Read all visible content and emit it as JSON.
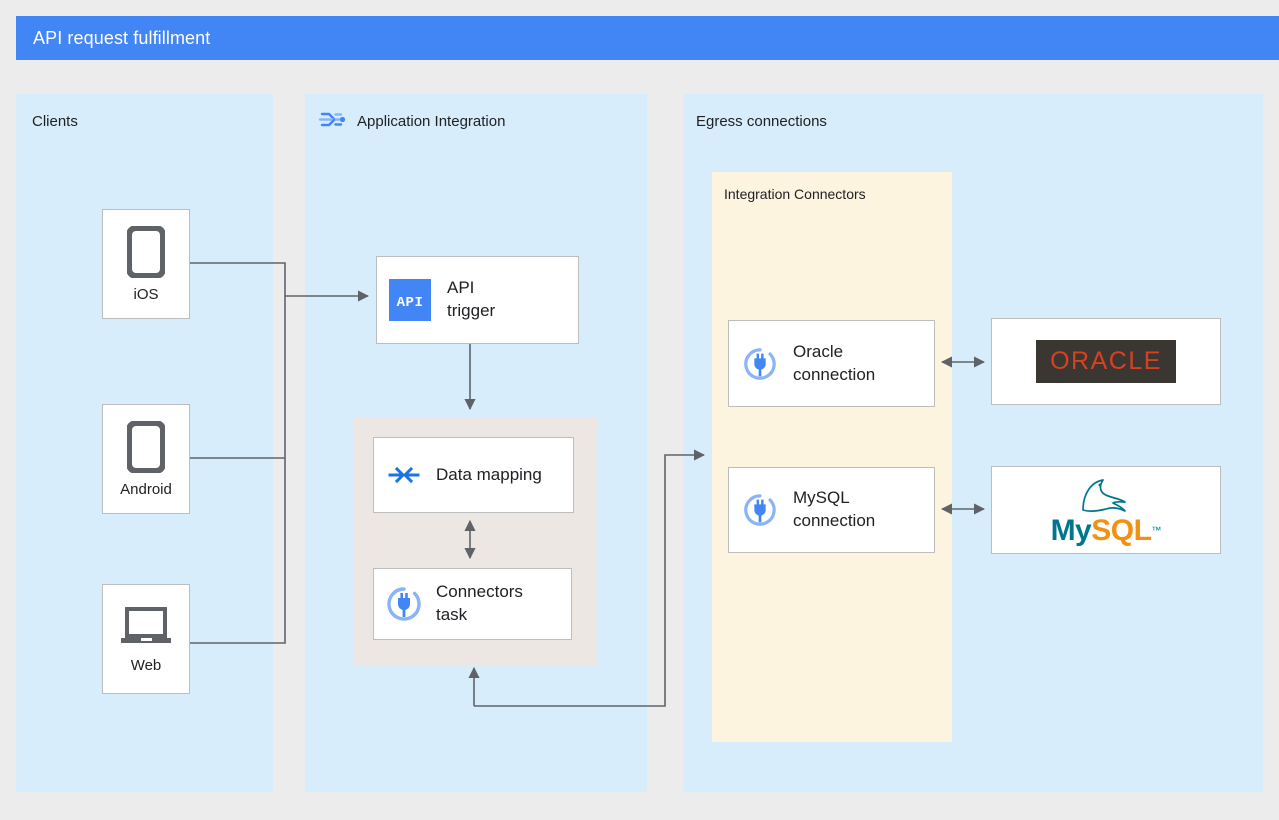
{
  "header": {
    "title": "API request fulfillment",
    "color": "#4285f4"
  },
  "panels": {
    "clients": {
      "label": "Clients",
      "color": "#d8edfc"
    },
    "application_integration": {
      "label": "Application Integration",
      "color": "#d8edfc",
      "icon": "application-integration-icon"
    },
    "egress": {
      "label": "Egress connections",
      "color": "#d8edfc"
    },
    "integration_connectors": {
      "label": "Integration Connectors",
      "color": "#fdf4e0"
    }
  },
  "clients": [
    {
      "label": "iOS",
      "icon": "mobile-phone-icon"
    },
    {
      "label": "Android",
      "icon": "mobile-phone-icon"
    },
    {
      "label": "Web",
      "icon": "laptop-icon"
    }
  ],
  "integration_tasks": [
    {
      "label": "API\ntrigger",
      "icon": "api-trigger-icon"
    },
    {
      "label": "Data mapping",
      "icon": "data-mapping-icon"
    },
    {
      "label": "Connectors\ntask",
      "icon": "connectors-plug-icon"
    }
  ],
  "connections": [
    {
      "label": "Oracle\nconnection",
      "icon": "connectors-plug-icon"
    },
    {
      "label": "MySQL\nconnection",
      "icon": "connectors-plug-icon"
    }
  ],
  "backends": [
    {
      "name": "ORACLE",
      "icon": "oracle-logo",
      "text_color": "#d9401f",
      "background": "#3a3733"
    },
    {
      "name_primary": "My",
      "name_secondary": "SQL",
      "trademark": "™",
      "icon": "mysql-logo",
      "primary_color": "#00758f",
      "secondary_color": "#f29111"
    }
  ],
  "colors": {
    "panel_blue": "#d8edfc",
    "panel_yellow": "#fdf4e0",
    "box_beige": "#ece7e3",
    "wire": "#5f6368",
    "accent_blue": "#4285f4",
    "icon_gray": "#5f6368",
    "canvas": "#ececec"
  }
}
